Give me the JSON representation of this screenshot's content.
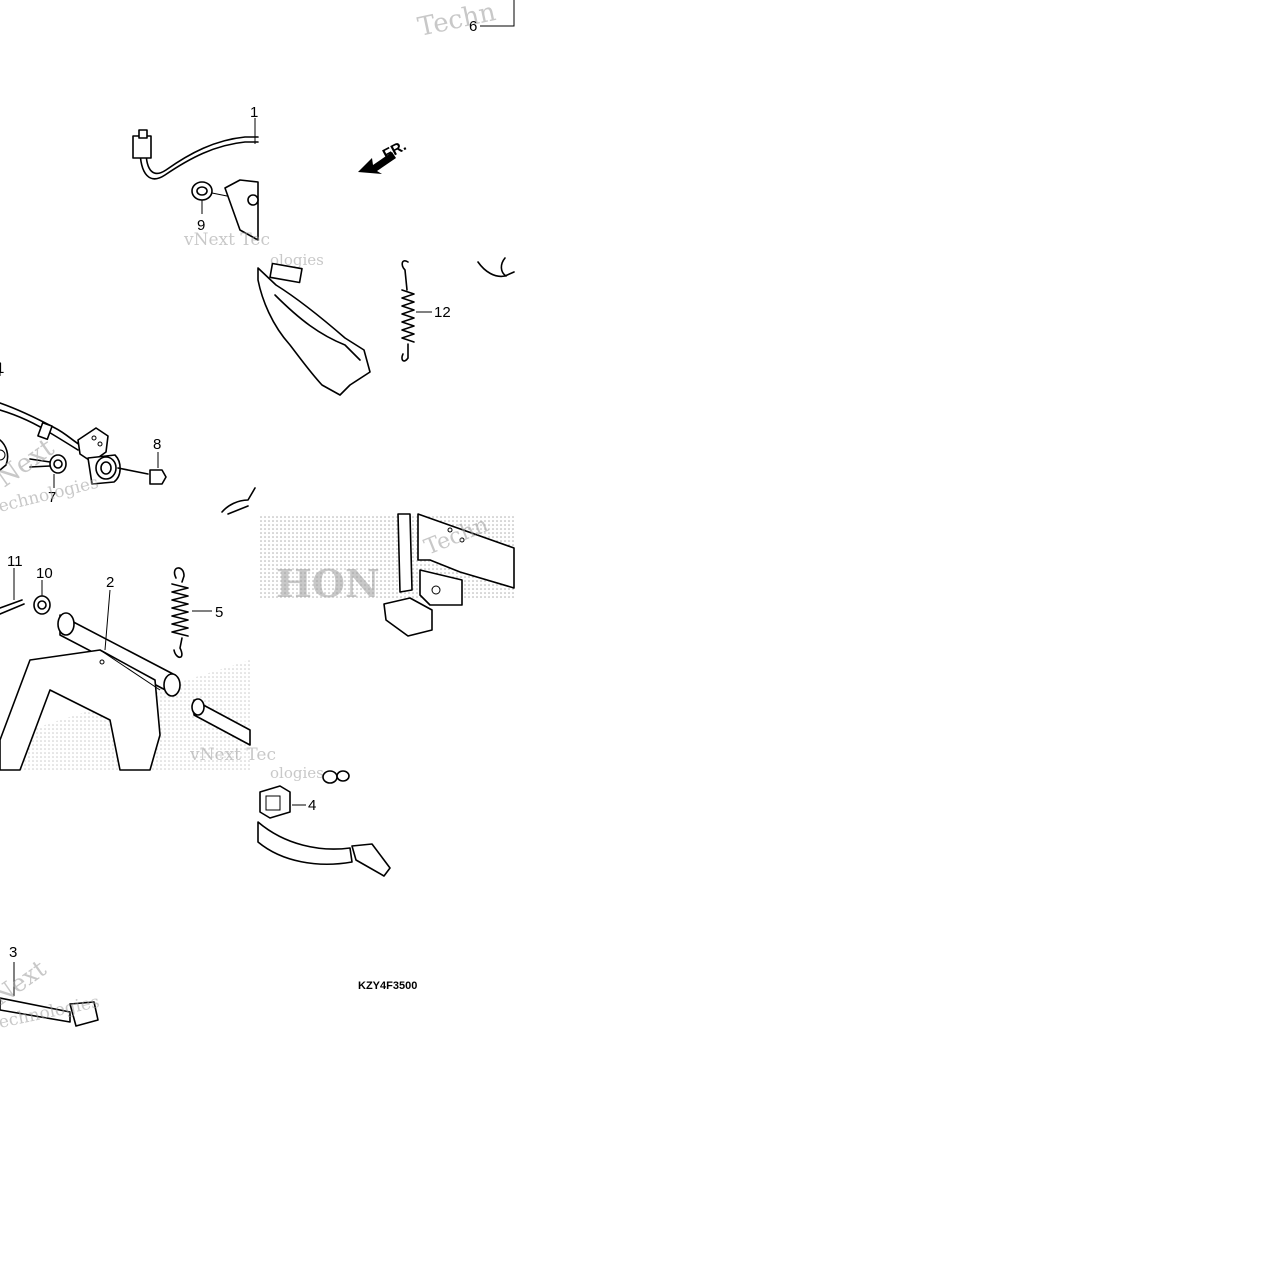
{
  "diagram": {
    "callouts": {
      "c1a": "1",
      "c1b": "1",
      "c2": "2",
      "c3": "3",
      "c4": "4",
      "c5": "5",
      "c6": "6",
      "c7": "7",
      "c8": "8",
      "c9": "9",
      "c10": "10",
      "c11": "11",
      "c12": "12"
    },
    "front_arrow_label": "FR.",
    "diagram_code": "KZY4F3500",
    "watermark": {
      "brand": "vNext Technologies",
      "frag_techn": "Techn",
      "frag_vnext_tec": "vNext Tec",
      "frag_ologies": "ologies",
      "frag_next": "Next",
      "frag_echnologies": "echnologies",
      "frag_hon": "HON"
    },
    "colors": {
      "line": "#000000",
      "watermark": "#9a9a9a",
      "background": "#ffffff"
    }
  }
}
